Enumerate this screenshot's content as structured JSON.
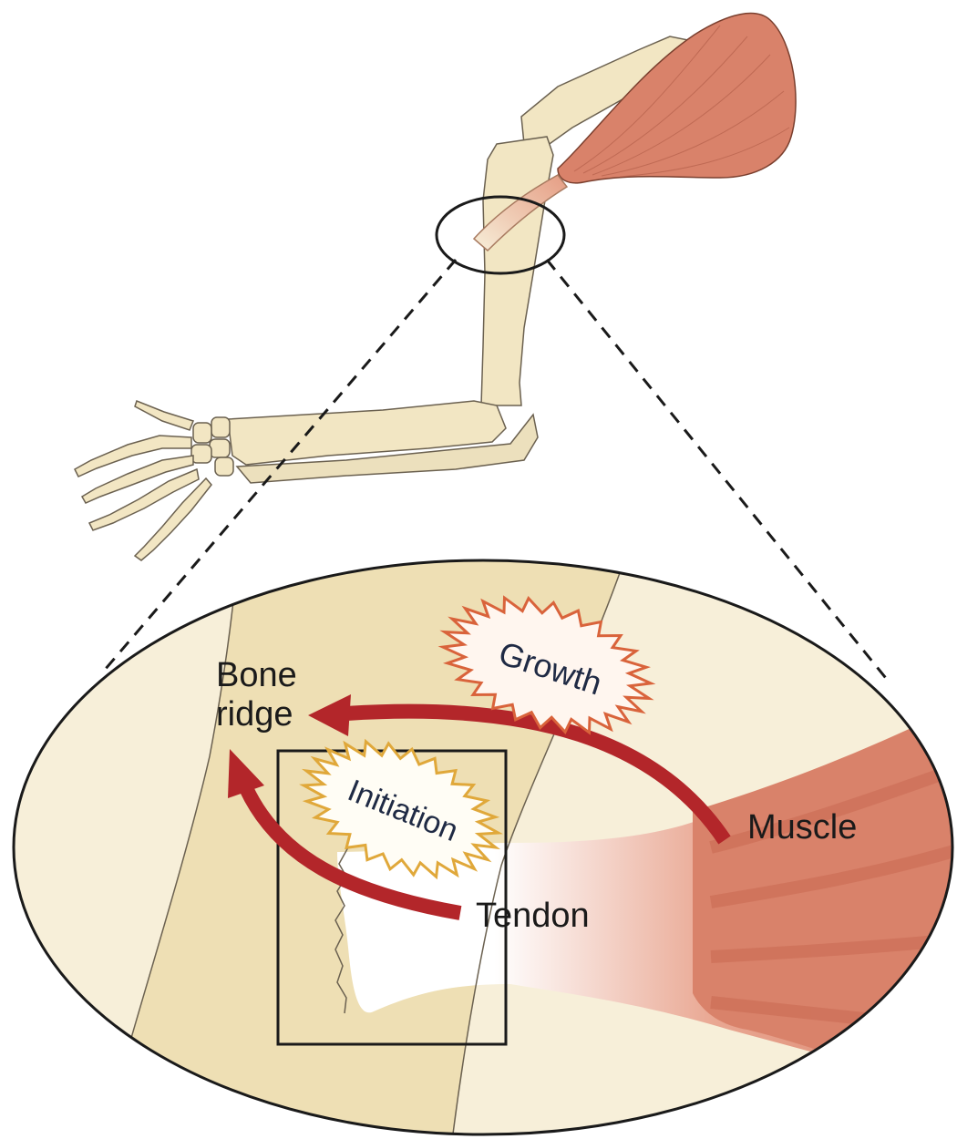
{
  "labels": {
    "bone_ridge_line1": "Bone",
    "bone_ridge_line2": "ridge",
    "growth": "Growth",
    "initiation": "Initiation",
    "muscle": "Muscle",
    "tendon": "Tendon"
  },
  "colors": {
    "bone": "#f2e6c3",
    "bone_dark": "#e9d8a6",
    "bone_light": "#f7efd9",
    "muscle": "#d9826a",
    "arrow": "#b3262a",
    "growth_burst": "#e07a52",
    "initiation_burst": "#e8b85a",
    "outline": "#1a1a1a"
  }
}
